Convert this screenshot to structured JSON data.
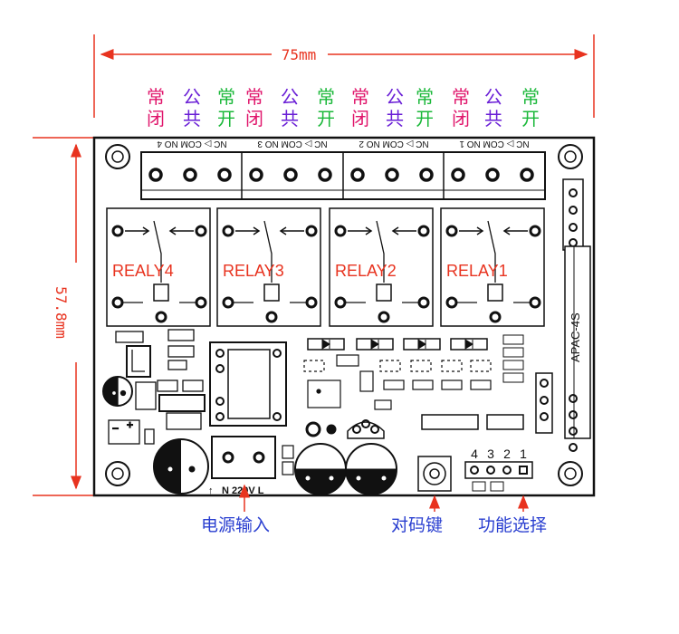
{
  "dimensions": {
    "width_label": "75mm",
    "height_label": "57.8mm"
  },
  "contact_labels": [
    {
      "top": "常",
      "bottom": "闭",
      "color": "#e0156b"
    },
    {
      "top": "公",
      "bottom": "共",
      "color": "#6a1fd6"
    },
    {
      "top": "常",
      "bottom": "开",
      "color": "#1bb83a"
    },
    {
      "top": "常",
      "bottom": "闭",
      "color": "#e0156b"
    },
    {
      "top": "公",
      "bottom": "共",
      "color": "#6a1fd6"
    },
    {
      "top": "常",
      "bottom": "开",
      "color": "#1bb83a"
    },
    {
      "top": "常",
      "bottom": "闭",
      "color": "#e0156b"
    },
    {
      "top": "公",
      "bottom": "共",
      "color": "#6a1fd6"
    },
    {
      "top": "常",
      "bottom": "开",
      "color": "#1bb83a"
    },
    {
      "top": "常",
      "bottom": "闭",
      "color": "#e0156b"
    },
    {
      "top": "公",
      "bottom": "共",
      "color": "#6a1fd6"
    },
    {
      "top": "常",
      "bottom": "开",
      "color": "#1bb83a"
    }
  ],
  "terminal_silk": [
    {
      "nc": "NC",
      "com": "COM",
      "no": "NO",
      "num": "4"
    },
    {
      "nc": "NC",
      "com": "COM",
      "no": "NO",
      "num": "3"
    },
    {
      "nc": "NC",
      "com": "COM",
      "no": "NO",
      "num": "2"
    },
    {
      "nc": "NC",
      "com": "COM",
      "no": "NO",
      "num": "1"
    }
  ],
  "relays": [
    {
      "label": "REALY4"
    },
    {
      "label": "RELAY3"
    },
    {
      "label": "RELAY2"
    },
    {
      "label": "RELAY1"
    }
  ],
  "module_label": "APAC-4S",
  "power_silk": "N 220V L",
  "function_pin_numbers": [
    "4",
    "3",
    "2",
    "1"
  ],
  "callouts": {
    "power_input": "电源输入",
    "pairing_key": "对码键",
    "function_select": "功能选择"
  },
  "colors": {
    "dimension": "#e8331f",
    "callout_text": "#2a3fd0",
    "arrow": "#e8331f",
    "board_line": "#111111"
  }
}
